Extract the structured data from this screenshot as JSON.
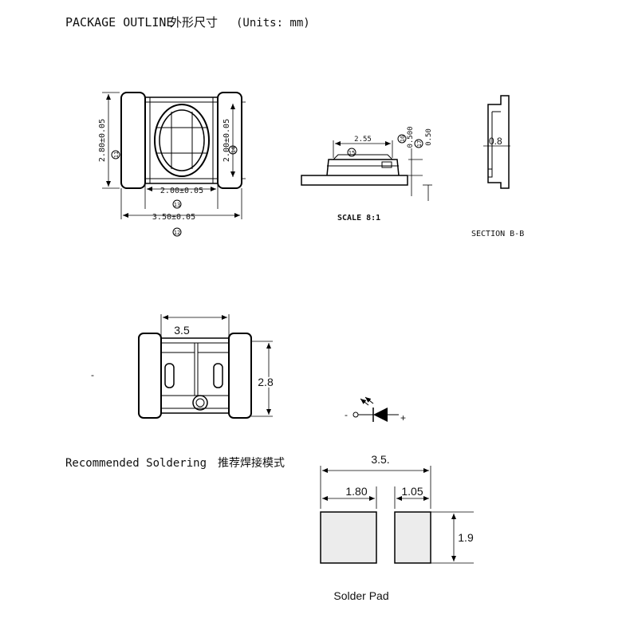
{
  "header": {
    "title": "PACKAGE OUTLINE",
    "title_cn": "外形尺寸",
    "units": "(Units: mm)"
  },
  "top_view": {
    "dim_height_left": "2.80±0.05",
    "dim_height_left_tag": "11",
    "dim_height_right": "2.00±0.05",
    "dim_height_right_tag": "14",
    "dim_inner_width": "2.00±0.05",
    "dim_inner_width_tag": "13",
    "dim_outer_width": "3.50±0.05",
    "dim_outer_width_tag": "12"
  },
  "side_view": {
    "dim_lens": "2.55",
    "dim_lens_tag": "15",
    "dim_a": "0.500",
    "dim_a_tag": "16",
    "dim_b": "0.50",
    "dim_b_tag": "17",
    "scale_label": "SCALE 8:1"
  },
  "section_view": {
    "dim": "0.8",
    "label": "SECTION B-B"
  },
  "bottom_view": {
    "dim_width": "3.5",
    "dim_height": "2.8",
    "dash": "-"
  },
  "polarity": {
    "minus": "-",
    "plus": "+"
  },
  "soldering": {
    "title": "Recommended Soldering",
    "title_cn": "推荐焊接模式",
    "dim_total": "3.5.",
    "dim_left": "1.80",
    "dim_right": "1.05",
    "dim_height": "1.9",
    "caption": "Solder Pad"
  }
}
